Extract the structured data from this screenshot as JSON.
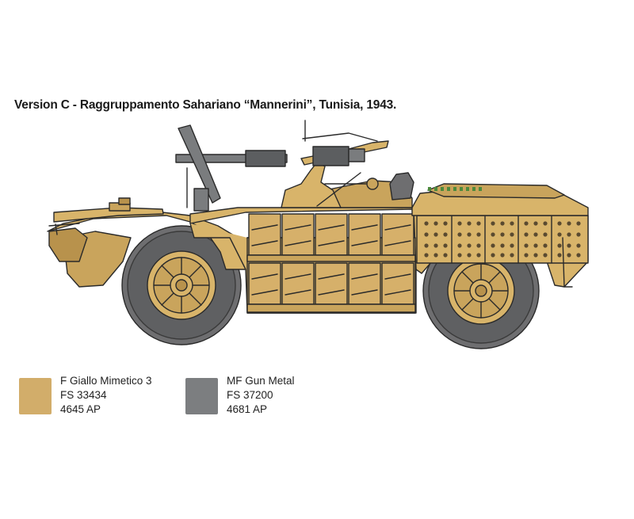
{
  "title": "Version C - Raggruppamento Sahariano “Mannerini”, Tunisia, 1943.",
  "colors": {
    "sand": "#D8B46A",
    "sand_dark": "#B8924C",
    "sand_light": "#E6C98E",
    "gunmetal": "#7A7C7E",
    "tire": "#6E6E70",
    "outline": "#2A2A2A"
  },
  "swatches": [
    {
      "name": "F Giallo Mimetico 3",
      "fs": "FS 33434",
      "ap": "4645 AP",
      "color": "#D2AD6A"
    },
    {
      "name": "MF Gun Metal",
      "fs": "FS 37200",
      "ap": "4681 AP",
      "color": "#7C7E80"
    }
  ]
}
